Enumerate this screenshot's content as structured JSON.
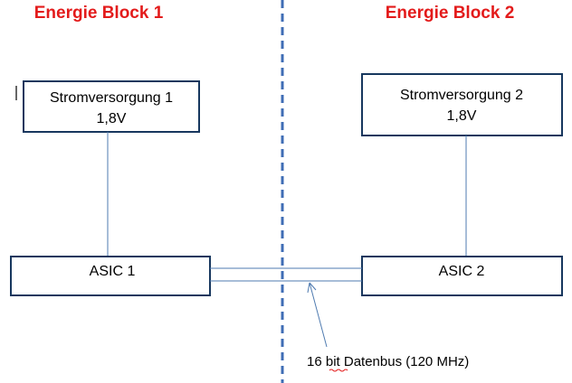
{
  "blocks": {
    "left": {
      "heading": "Energie Block 1",
      "power_supply": {
        "line1": "Stromversorgung 1",
        "line2": "1,8V"
      },
      "asic": "ASIC 1"
    },
    "right": {
      "heading": "Energie Block 2",
      "power_supply": {
        "line1": "Stromversorgung 2",
        "line2": "1,8V"
      },
      "asic": "ASIC 2"
    }
  },
  "bus": {
    "label_word1": "16",
    "label_word2": "bit",
    "label_rest": "Datenbus (120 MHz)"
  },
  "colors": {
    "heading": "#e31b1b",
    "divider": "#3f6db5",
    "connector": "#4f7bb0",
    "box_border": "#17375e",
    "spellcheck": "#e31b1b"
  }
}
